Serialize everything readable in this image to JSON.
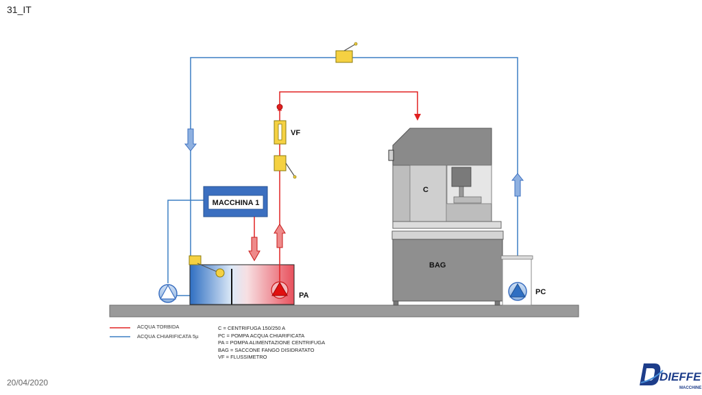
{
  "slide": {
    "id": "31_IT",
    "date": "20/04/2020"
  },
  "machine": {
    "label": "MACCHINA 1"
  },
  "labels": {
    "vf": "VF",
    "c": "C",
    "bag": "BAG",
    "pa": "PA",
    "pc": "PC"
  },
  "legend": {
    "red_label": "ACQUA TORBIDA",
    "blue_label": "ACQUA CHIARIFICATA 5µ",
    "red_color": "#e02020",
    "blue_color": "#3b7fc4"
  },
  "definitions": [
    "C = CENTRIFUGA 150/250 A",
    "PC = POMPA ACQUA CHIARIFICATA",
    "PA = POMPA ALIMENTAZIONE CENTRIFUGA",
    "BAG = SACCONE FANGO DISIDRATATO",
    "VF = FLUSSIMETRO"
  ],
  "logo": {
    "name": "DIEFFE",
    "sub": "MACCHINE"
  },
  "colors": {
    "floor": "#9a9a9a",
    "machine_box": "#3b6fc0",
    "valve": "#f5d142",
    "steel": "#8f8f8f"
  }
}
